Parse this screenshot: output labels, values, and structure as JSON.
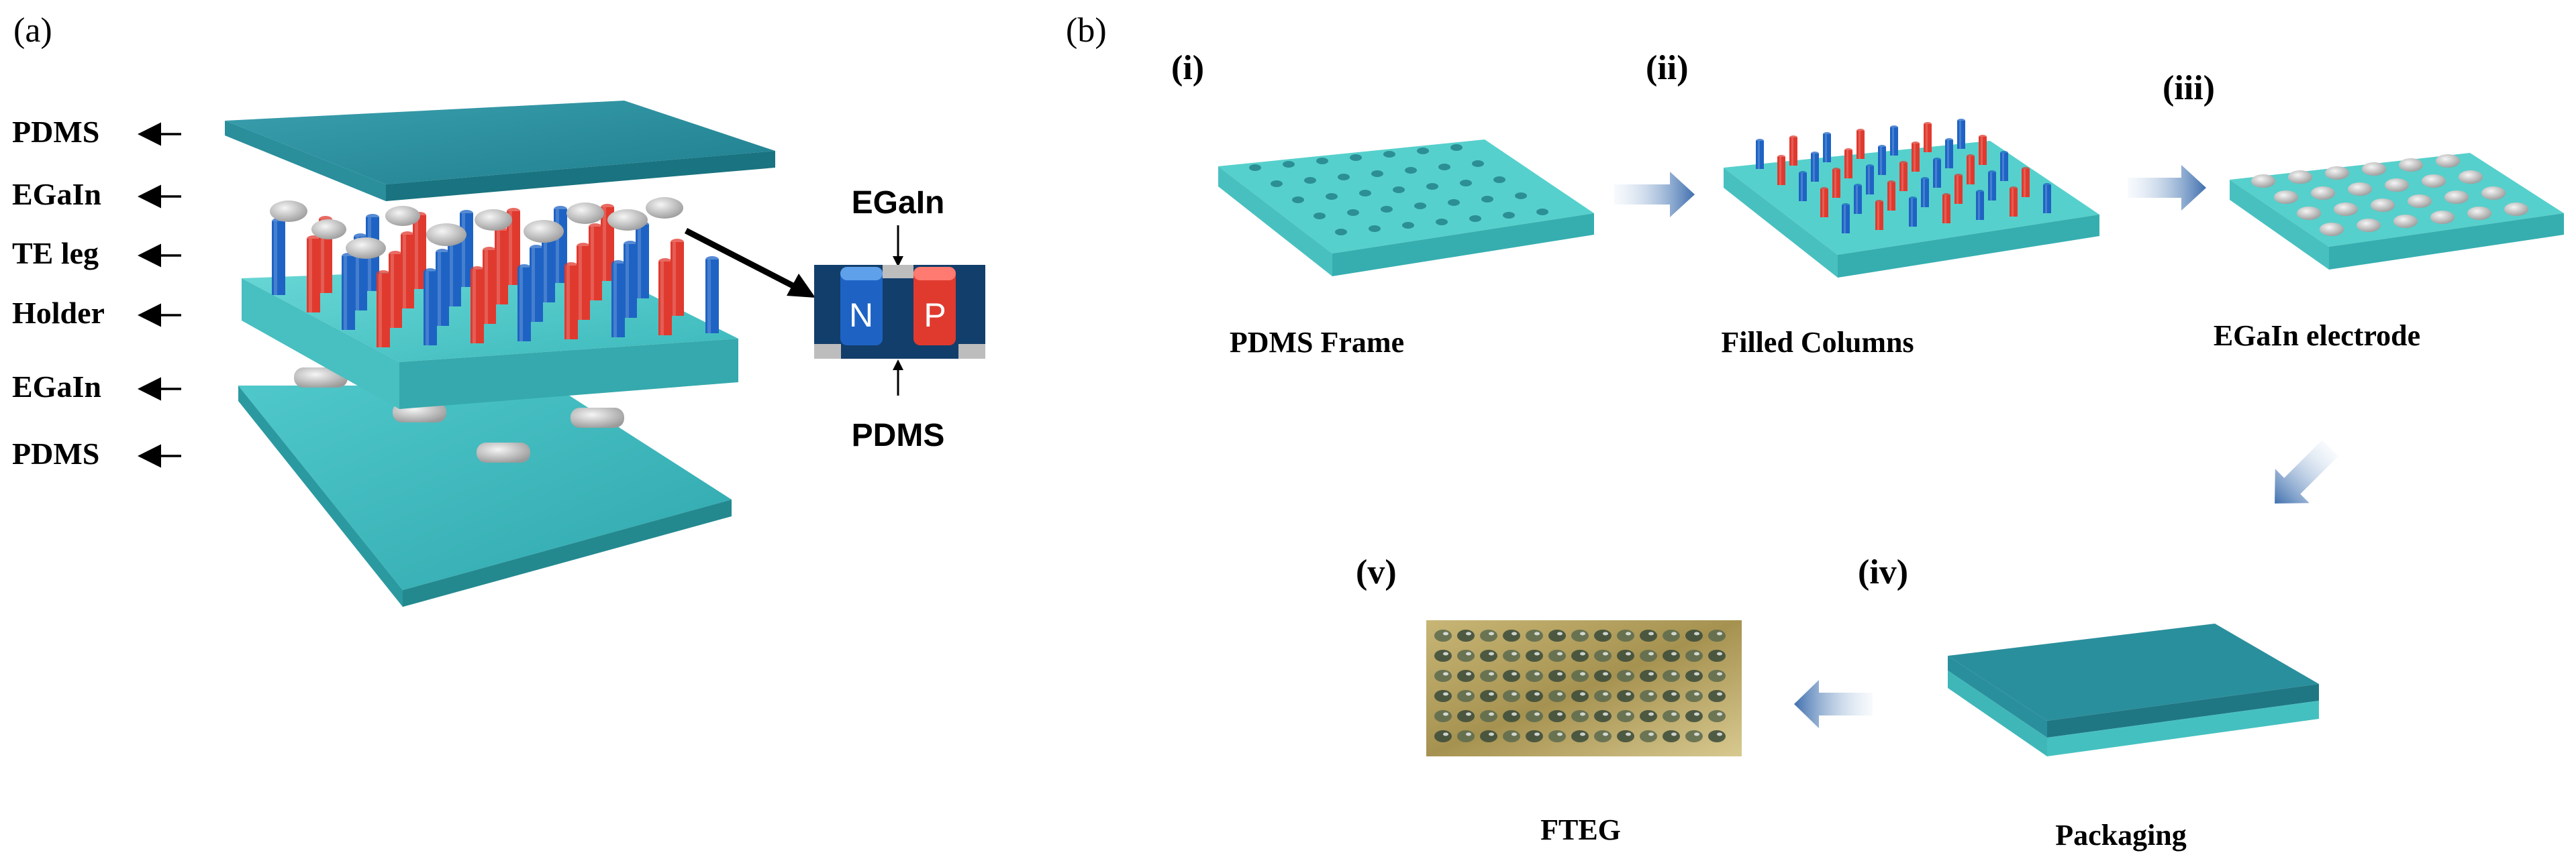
{
  "panel_a": {
    "label": "(a)",
    "layer_labels": [
      "PDMS",
      "EGaIn",
      "TE leg",
      "Holder",
      "EGaIn",
      "PDMS"
    ],
    "inset": {
      "top_label": "EGaIn",
      "bottom_label": "PDMS",
      "n_label": "N",
      "p_label": "P"
    }
  },
  "panel_b": {
    "label": "(b)",
    "steps": [
      {
        "numeral": "(i)",
        "caption": "PDMS Frame"
      },
      {
        "numeral": "(ii)",
        "caption": "Filled Columns"
      },
      {
        "numeral": "(iii)",
        "caption": "EGaIn electrode"
      },
      {
        "numeral": "(iv)",
        "caption": "Packaging"
      },
      {
        "numeral": "(v)",
        "caption": "FTEG"
      }
    ]
  },
  "colors": {
    "pdms_teal": "#2a9aa5",
    "pdms_light": "#3fc6c8",
    "n_leg": "#1e63c4",
    "p_leg": "#e03a2f",
    "egain": "#c9c9c9",
    "inset_navy": "#123e6b",
    "flow_arrow": "#4d7fb8"
  }
}
